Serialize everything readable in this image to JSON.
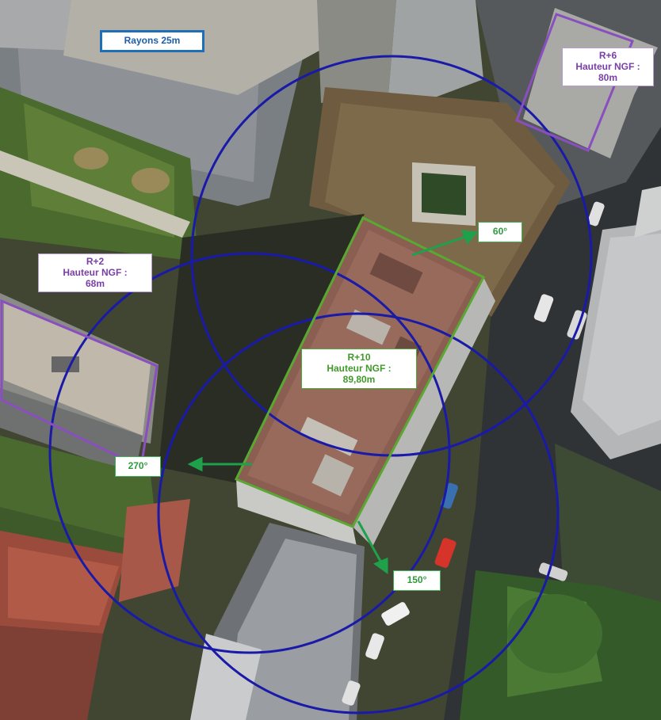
{
  "legend": {
    "radius_label": "Rayons 25m"
  },
  "buildings": [
    {
      "id": "b-north-east",
      "level": "R+6",
      "height_label": "Hauteur NGF :",
      "height": "80m",
      "color": "#8a4fbf"
    },
    {
      "id": "b-west",
      "level": "R+2",
      "height_label": "Hauteur NGF :",
      "height": "68m",
      "color": "#8a4fbf"
    },
    {
      "id": "b-center",
      "level": "R+10",
      "height_label": "Hauteur NGF :",
      "height": "89,80m",
      "color": "#5aa832"
    }
  ],
  "directions": {
    "north_east": "60°",
    "west": "270°",
    "south": "150°"
  },
  "colors": {
    "circle": "#1a1aa8",
    "arrow": "#1fa04a",
    "legend_border": "#1f6fb8"
  }
}
